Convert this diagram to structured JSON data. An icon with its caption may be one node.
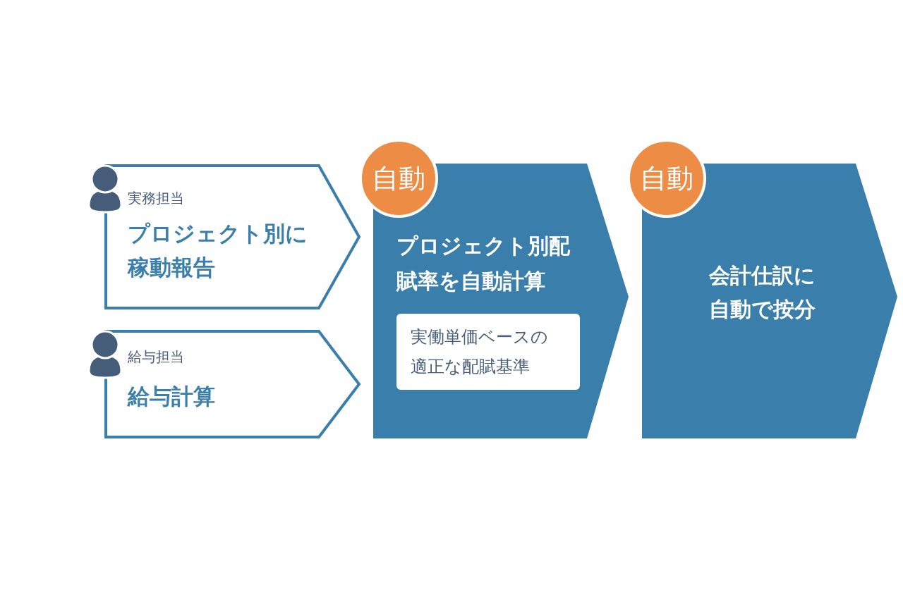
{
  "diagram": {
    "nodes": [
      {
        "text": [
          "実務担当",
          "プロジェクト別に稼動報告"
        ]
      },
      {
        "text": [
          "給与担当",
          "給与計算"
        ]
      },
      {
        "text": [
          "自動"
        ]
      },
      {
        "text": [
          "プロジェクト別配賦率を自動計算"
        ]
      },
      {
        "text": [
          "実働単価ベースの適正な配賦基準"
        ],
        "in": 3
      },
      {
        "text": [
          "自動"
        ]
      },
      {
        "text": [
          "会計仕訳に自動で按分"
        ]
      }
    ]
  }
}
